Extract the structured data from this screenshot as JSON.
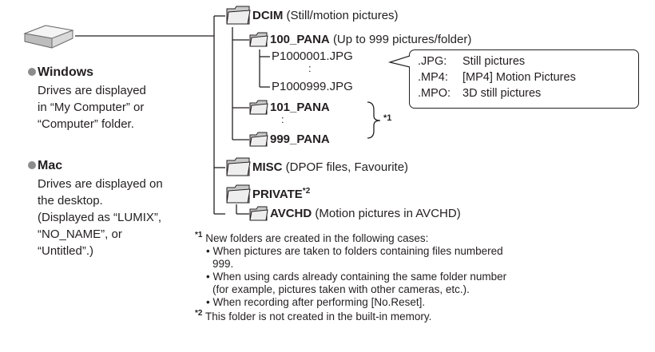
{
  "drive_icon": "removable-drive-icon",
  "folder_icon": "folder-icon",
  "left": {
    "windows": {
      "title": "Windows",
      "lines": [
        "Drives are displayed",
        "in “My Computer” or",
        "“Computer” folder."
      ]
    },
    "mac": {
      "title": "Mac",
      "lines": [
        "Drives are displayed on",
        "the desktop.",
        "(Displayed as “LUMIX”,",
        "“NO_NAME”, or",
        "“Untitled”.)"
      ]
    }
  },
  "tree": {
    "dcim": {
      "name": "DCIM",
      "desc": "(Still/motion pictures)"
    },
    "pana100": {
      "name": "100_PANA",
      "desc": "(Up to 999 pictures/folder)"
    },
    "file_first": "P1000001.JPG",
    "file_last": "P1000999.JPG",
    "vdots": ":",
    "pana101": {
      "name": "101_PANA"
    },
    "pana999": {
      "name": "999_PANA"
    },
    "note1_mark": "*1",
    "misc": {
      "name": "MISC",
      "desc": "(DPOF files, Favourite)"
    },
    "private": {
      "name": "PRIVATE",
      "mark": "*2"
    },
    "avchd": {
      "name": "AVCHD",
      "desc": "(Motion pictures in AVCHD)"
    }
  },
  "callout": {
    "rows": [
      {
        "ext": ".JPG:",
        "desc": "Still pictures"
      },
      {
        "ext": ".MP4:",
        "desc": "[MP4] Motion Pictures"
      },
      {
        "ext": ".MPO:",
        "desc": "3D still pictures"
      }
    ]
  },
  "notes": {
    "n1_mark": "*1",
    "n1_text": "New folders are created in the following cases:",
    "n1_items": [
      "• When pictures are taken to folders containing files numbered",
      "999.",
      "• When using cards already containing the same folder number",
      "(for example, pictures taken with other cameras, etc.).",
      "• When recording after performing [No.Reset]."
    ],
    "n2_mark": "*2",
    "n2_text": "This folder is not created in the built-in memory."
  }
}
